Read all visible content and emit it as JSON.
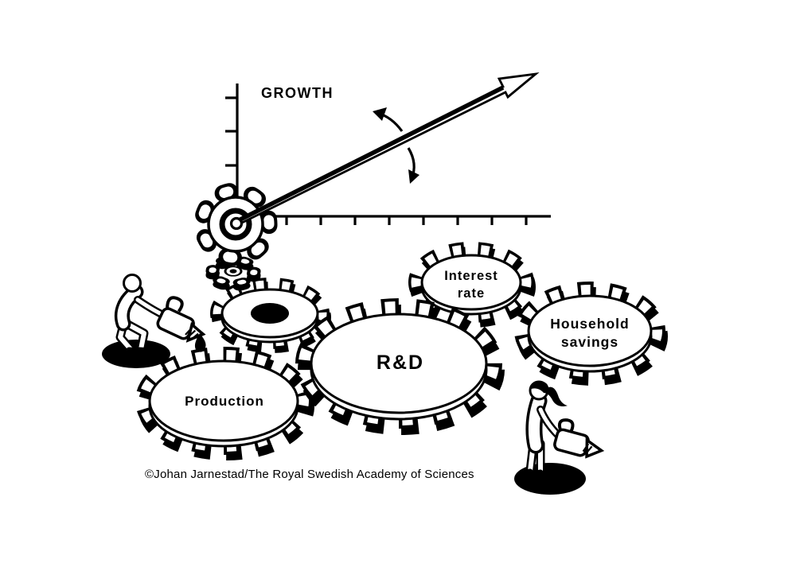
{
  "figure": {
    "axis": {
      "growth_label": "GROWTH"
    },
    "gears": {
      "production_label": "Production",
      "rnd_label": "R&D",
      "interest_line1": "Interest",
      "interest_line2": "rate",
      "household_line1": "Household",
      "household_line2": "savings"
    },
    "credit": "©Johan Jarnestad/The Royal Swedish Academy of Sciences",
    "icons": {
      "growth_arrow": "diagonal-arrow-up-right",
      "rotation_up_icon": "curved-arrow-up",
      "rotation_down_icon": "curved-arrow-down",
      "watering_can_left": "watering-can",
      "watering_can_right": "watering-can",
      "water_drop": "water-drop"
    },
    "colors": {
      "ink": "#000000",
      "paper": "#ffffff"
    }
  }
}
